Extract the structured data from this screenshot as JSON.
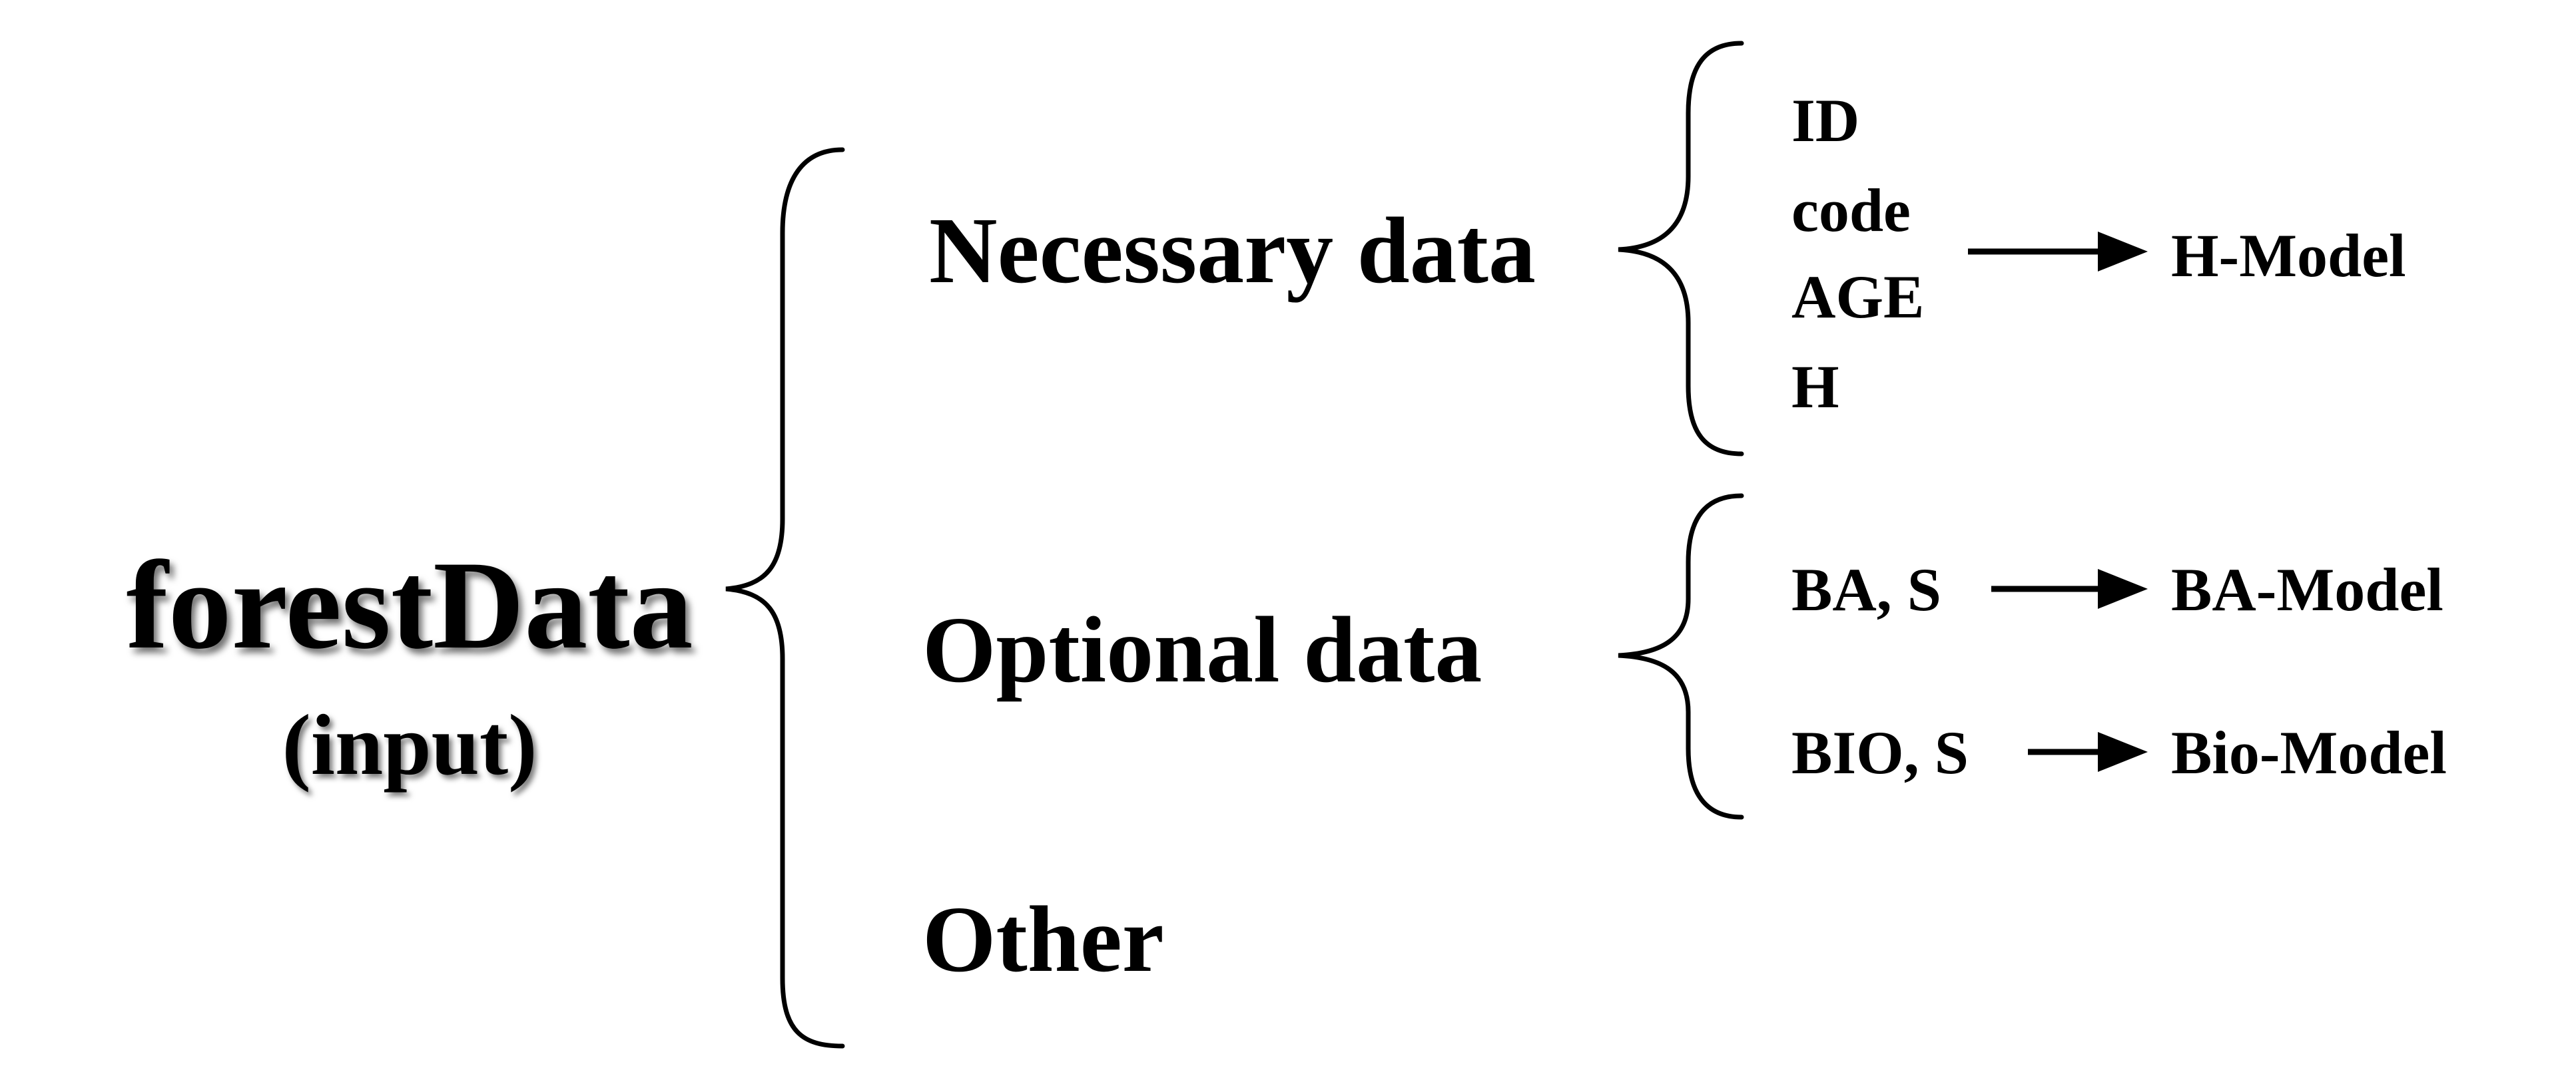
{
  "root": {
    "title": "forestData",
    "subtitle": "(input)"
  },
  "categories": [
    {
      "id": "necessary",
      "label": "Necessary data",
      "groups": [
        {
          "fields": [
            "ID",
            "code",
            "AGE",
            "H"
          ],
          "model": "H-Model"
        }
      ]
    },
    {
      "id": "optional",
      "label": "Optional data",
      "groups": [
        {
          "fields": [
            "BA, S"
          ],
          "model": "BA-Model"
        },
        {
          "fields": [
            "BIO, S"
          ],
          "model": "Bio-Model"
        }
      ]
    },
    {
      "id": "other",
      "label": "Other",
      "groups": []
    }
  ]
}
